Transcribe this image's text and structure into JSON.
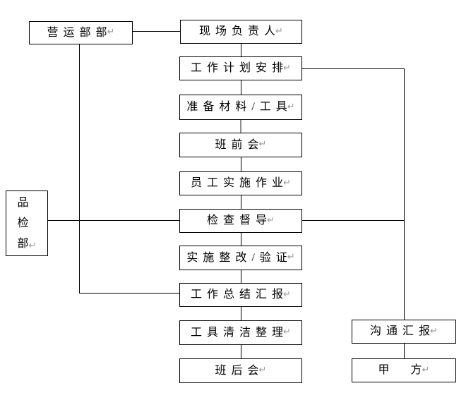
{
  "diagram": {
    "background_color": "#ffffff",
    "line_color": "#000000",
    "gray_line_color": "#8c8c8c",
    "paragraph_mark": "↵",
    "paragraph_mark_color": "#9b9b9b",
    "nodes": {
      "operations_dept": {
        "label": "营运部部"
      },
      "site_leader": {
        "label": "现场负责人"
      },
      "work_plan": {
        "label": "工作计划安排"
      },
      "prepare_materials": {
        "label": "准备材料/工具"
      },
      "pre_shift_meeting": {
        "label": "班前会"
      },
      "staff_work": {
        "label": "员工实施作业"
      },
      "inspection": {
        "label": "检查督导"
      },
      "rectification": {
        "label": "实施整改/验证"
      },
      "work_summary": {
        "label": "工作总结汇报"
      },
      "tool_cleanup": {
        "label": "工具清洁整理"
      },
      "post_shift_meeting": {
        "label": "班后会"
      },
      "quality_dept": {
        "label": "品\n检\n部"
      },
      "communication": {
        "label": "沟通汇报"
      },
      "party_a": {
        "label": "甲　方"
      }
    },
    "edges": [
      {
        "from": "operations_dept",
        "to": "site_leader"
      },
      {
        "from": "site_leader",
        "to": "work_plan"
      },
      {
        "from": "work_plan",
        "to": "prepare_materials"
      },
      {
        "from": "prepare_materials",
        "to": "pre_shift_meeting"
      },
      {
        "from": "pre_shift_meeting",
        "to": "staff_work"
      },
      {
        "from": "staff_work",
        "to": "inspection"
      },
      {
        "from": "inspection",
        "to": "rectification"
      },
      {
        "from": "rectification",
        "to": "work_summary"
      },
      {
        "from": "work_summary",
        "to": "tool_cleanup"
      },
      {
        "from": "tool_cleanup",
        "to": "post_shift_meeting"
      },
      {
        "from": "operations_dept",
        "to": "work_summary"
      },
      {
        "from": "quality_dept",
        "to": "inspection"
      },
      {
        "from": "work_plan",
        "to": "communication"
      },
      {
        "from": "inspection",
        "to": "communication"
      },
      {
        "from": "communication",
        "to": "party_a"
      }
    ]
  }
}
